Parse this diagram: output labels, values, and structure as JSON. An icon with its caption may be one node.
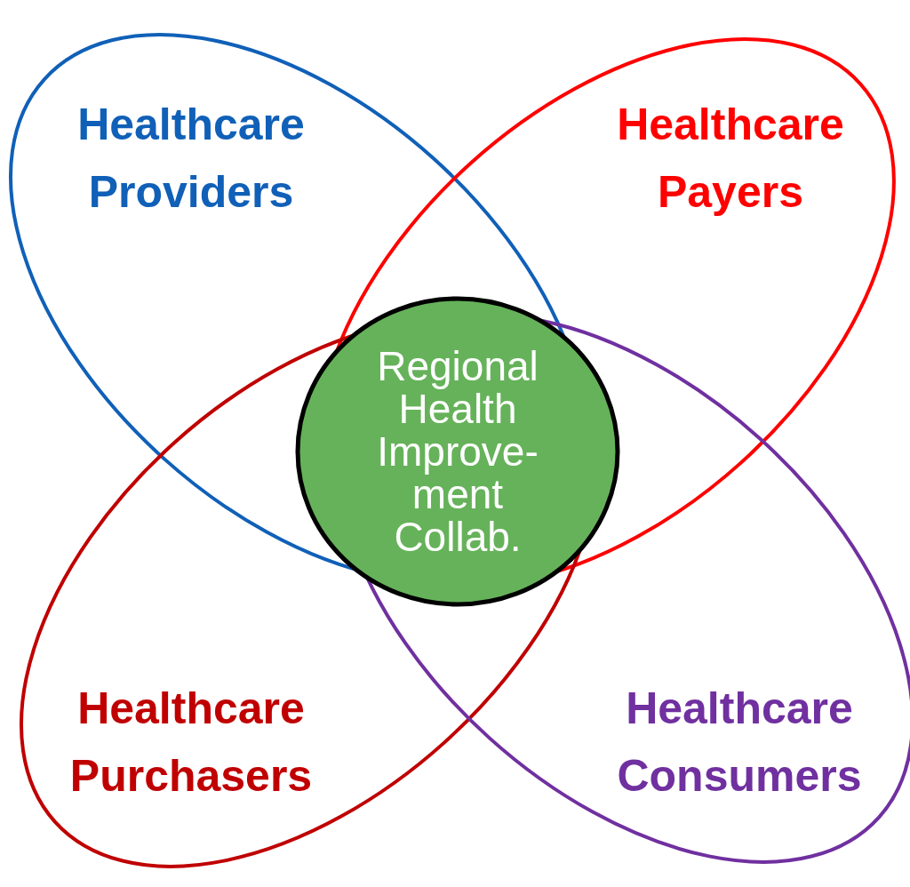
{
  "diagram": {
    "nodes": [
      {
        "text": [
          "Healthcare Providers"
        ]
      },
      {
        "text": [
          "Healthcare Payers"
        ]
      },
      {
        "text": [
          "Healthcare Purchasers"
        ]
      },
      {
        "text": [
          "Healthcare Consumers"
        ]
      },
      {
        "text": [
          "Regional Health Improve- ment Collab."
        ]
      }
    ]
  }
}
